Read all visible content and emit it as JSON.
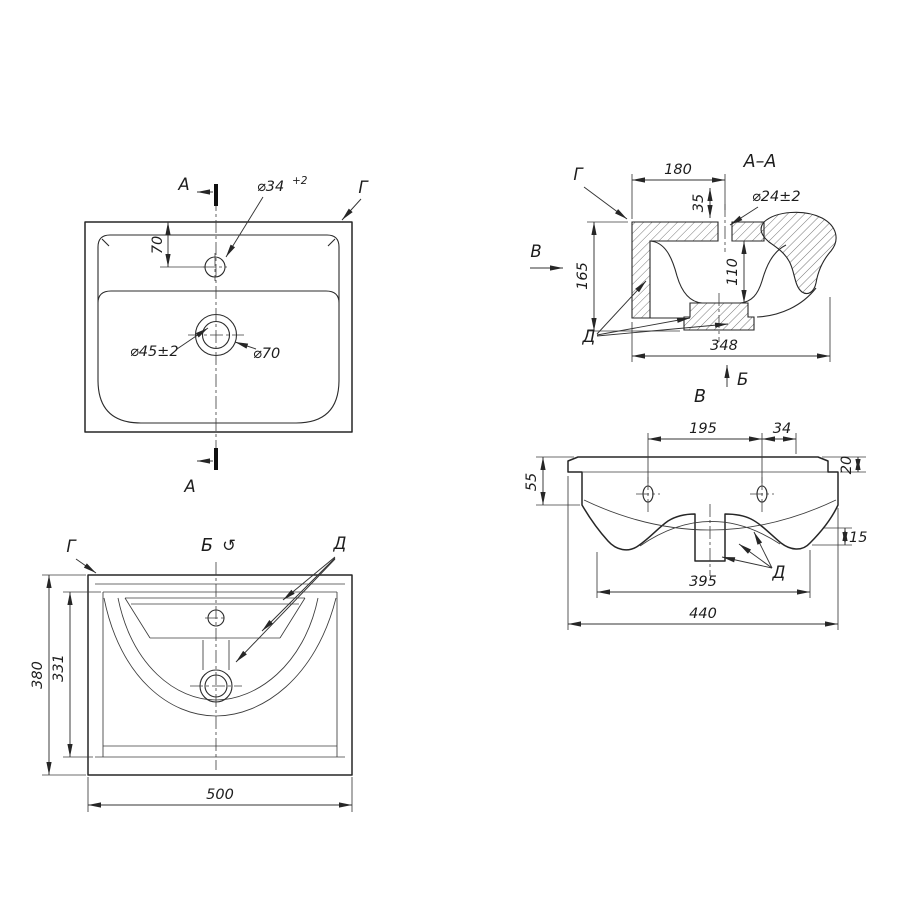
{
  "meta": {
    "background": "#ffffff",
    "ink": "#262626"
  },
  "plan": {
    "a_top": "А",
    "a_bottom": "А",
    "d70": "70",
    "d34": "⌀34",
    "d34_sup": "+2",
    "g": "Г",
    "d45": "⌀45±2",
    "d70c": "⌀70"
  },
  "section": {
    "title": "А–А",
    "g": "Г",
    "d180": "180",
    "d35": "35",
    "d24": "⌀24±2",
    "d110": "110",
    "v": "В",
    "d165": "165",
    "d": "Д",
    "d348": "348",
    "b": "Б"
  },
  "viewB": {
    "g": "Г",
    "title": "Б",
    "rot": "↺",
    "d": "Д",
    "d380": "380",
    "d331": "331",
    "d500": "500"
  },
  "viewV": {
    "title": "В",
    "d195": "195",
    "d34": "34",
    "d20": "20",
    "d55": "55",
    "d15": "15",
    "d395": "395",
    "d440": "440",
    "d": "Д"
  }
}
